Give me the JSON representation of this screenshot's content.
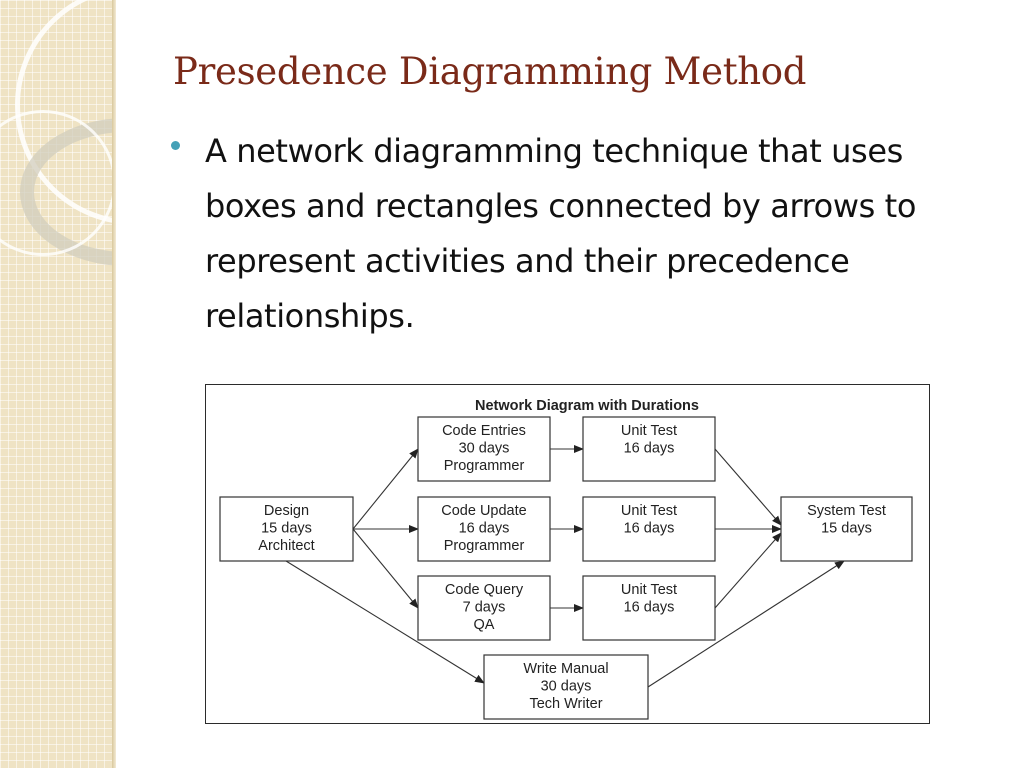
{
  "slide": {
    "title": "Presedence Diagramming Method",
    "bullet": "A network diagramming technique that uses boxes and rectangles connected by arrows to represent activities and their precedence relationships."
  },
  "diagram": {
    "title": "Network Diagram with Durations",
    "nodes": {
      "design": [
        "Design",
        "15 days",
        "Architect"
      ],
      "code_entries": [
        "Code Entries",
        "30 days",
        "Programmer"
      ],
      "code_update": [
        "Code Update",
        "16 days",
        "Programmer"
      ],
      "code_query": [
        "Code Query",
        "7 days",
        "QA"
      ],
      "unit_test_1": [
        "Unit Test",
        "16 days"
      ],
      "unit_test_2": [
        "Unit Test",
        "16 days"
      ],
      "unit_test_3": [
        "Unit Test",
        "16 days"
      ],
      "system_test": [
        "System Test",
        "15 days"
      ],
      "write_manual": [
        "Write Manual",
        "30 days",
        "Tech Writer"
      ]
    },
    "edges": [
      [
        "design",
        "code_entries"
      ],
      [
        "design",
        "code_update"
      ],
      [
        "design",
        "code_query"
      ],
      [
        "design",
        "write_manual"
      ],
      [
        "code_entries",
        "unit_test_1"
      ],
      [
        "code_update",
        "unit_test_2"
      ],
      [
        "code_query",
        "unit_test_3"
      ],
      [
        "unit_test_1",
        "system_test"
      ],
      [
        "unit_test_2",
        "system_test"
      ],
      [
        "unit_test_3",
        "system_test"
      ],
      [
        "write_manual",
        "system_test"
      ]
    ]
  },
  "theme": {
    "title_color": "#7a2a19",
    "bullet_color": "#45a1b7",
    "side_panel_color": "#efe3c4"
  }
}
